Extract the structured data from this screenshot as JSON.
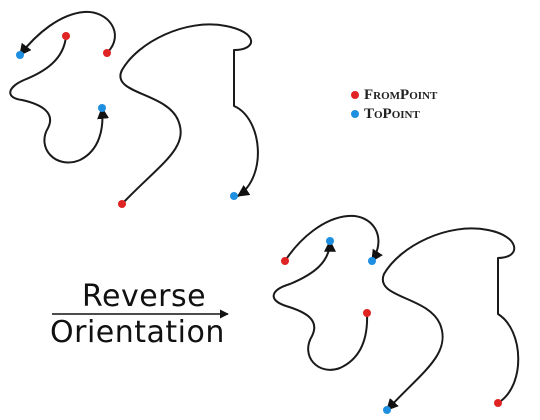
{
  "legend": {
    "from_label": "FromPoint",
    "to_label": "ToPoint",
    "from_color": "#e02424",
    "to_color": "#1e8fe0"
  },
  "operation": {
    "line1": "Reverse",
    "line2": "Orientation"
  },
  "arrow_color": "#111111"
}
